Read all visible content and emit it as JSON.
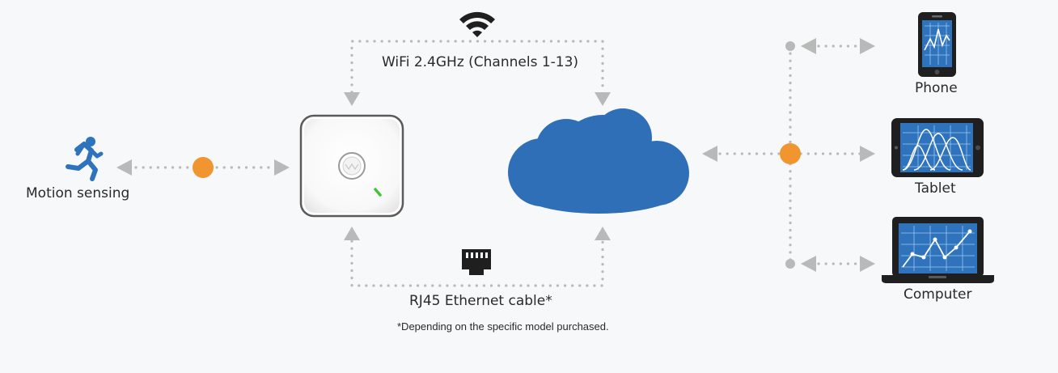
{
  "labels": {
    "wifi": "WiFi 2.4GHz (Channels 1-13)",
    "ethernet": "RJ45 Ethernet cable*",
    "motion": "Motion sensing",
    "phone": "Phone",
    "tablet": "Tablet",
    "computer": "Computer"
  },
  "footnote": "*Depending on the specific model purchased.",
  "colors": {
    "connector_dot": "#f0952f",
    "arrow": "#b9b9b9",
    "cloud": "#2f6fb8",
    "icon_blue": "#2f73bd",
    "dark": "#1f1f1f",
    "led": "#44c23a"
  },
  "icons": {
    "wifi": "wifi-icon",
    "ethernet": "ethernet-port-icon",
    "motion": "running-person-icon",
    "cloud": "cloud-icon",
    "gateway": "gateway-device",
    "phone": "phone-icon",
    "tablet": "tablet-icon",
    "computer": "laptop-icon"
  }
}
